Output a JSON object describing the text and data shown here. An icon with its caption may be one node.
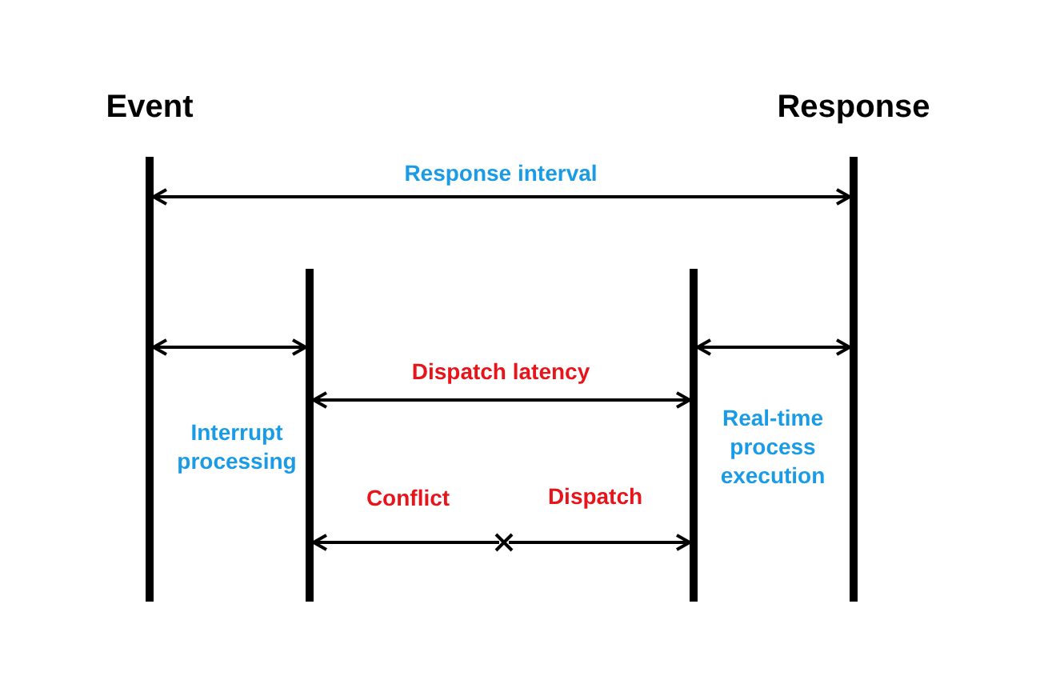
{
  "diagram": {
    "nodes": [
      {
        "text": [],
        "shape": "bar",
        "beside": [
          "Event"
        ]
      },
      {
        "text": [],
        "shape": "bar"
      },
      {
        "text": [],
        "shape": "bar"
      },
      {
        "text": [],
        "shape": "bar",
        "beside": [
          "Response"
        ]
      },
      {
        "text": [],
        "shape": "cross"
      }
    ],
    "edges": [
      {
        "from": 0,
        "to": 3,
        "arrow": "both",
        "label": "Response interval"
      },
      {
        "from": 0,
        "to": 1,
        "arrow": "both",
        "label": "Interrupt processing"
      },
      {
        "from": 2,
        "to": 3,
        "arrow": "both",
        "label": "Real-time process execution"
      },
      {
        "from": 1,
        "to": 2,
        "arrow": "both",
        "label": "Dispatch latency"
      },
      {
        "from": 4,
        "to": 1,
        "arrow": "to",
        "label": "Conflict"
      },
      {
        "from": 4,
        "to": 2,
        "arrow": "to",
        "label": "Dispatch"
      }
    ]
  }
}
